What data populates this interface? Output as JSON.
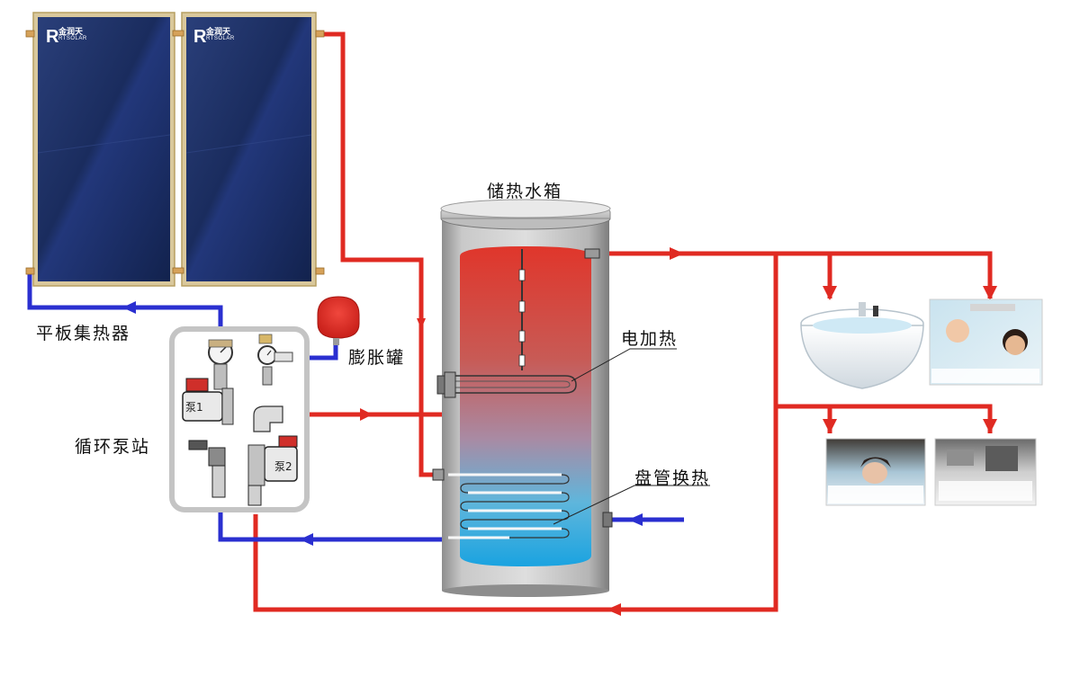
{
  "labels": {
    "collector": "平板集热器",
    "pump_station": "循环泵站",
    "expansion_tank": "膨胀罐",
    "storage_tank": "储热水箱",
    "electric_heater": "电加热",
    "coil_exchanger": "盘管换热",
    "pump1": "泵1",
    "pump2": "泵2"
  },
  "brand": {
    "name_cn": "金润天",
    "name_en": "RTSOLAR",
    "logo_letter": "R"
  },
  "colors": {
    "hot": "#e02a22",
    "cold": "#2a2fd0",
    "panel": "#1b2f63",
    "frame": "#d9c89c"
  },
  "icons": {
    "flow_arrow": "triangle-arrow",
    "logo": "r-letter-logo"
  }
}
